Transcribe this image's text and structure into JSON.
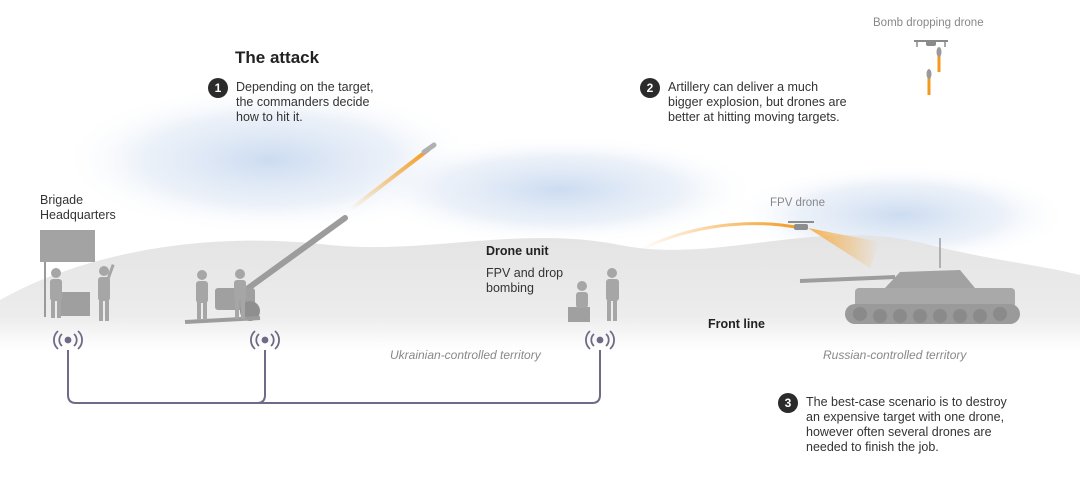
{
  "title": "The attack",
  "steps": [
    {
      "number": "1",
      "text": "Depending on the target, the commanders decide how to hit it."
    },
    {
      "number": "2",
      "text": "Artillery can deliver a much bigger explosion, but drones are better at hitting moving targets."
    },
    {
      "number": "3",
      "text": "The best-case scenario is to destroy an expensive target with one drone, however often several drones are needed to finish the job."
    }
  ],
  "labels": {
    "brigade_hq": "Brigade Headquarters",
    "drone_unit": "Drone unit",
    "drone_unit_desc": "FPV and drop bombing",
    "fpv_drone": "FPV drone",
    "bomb_drone": "Bomb dropping drone",
    "front_line": "Front line",
    "ukrainian_territory": "Ukrainian-controlled territory",
    "russian_territory": "Russian-controlled territory"
  },
  "colors": {
    "accent_orange": "#f39a1e",
    "link_purple": "#6f6a86",
    "badge": "#2b2b2b",
    "silhouette": "#a6a6a6"
  },
  "icons": [
    "radio-signal-icon",
    "soldier-silhouette",
    "howitzer",
    "tank",
    "fpv-drone",
    "quadcopter-drone",
    "bomb"
  ]
}
